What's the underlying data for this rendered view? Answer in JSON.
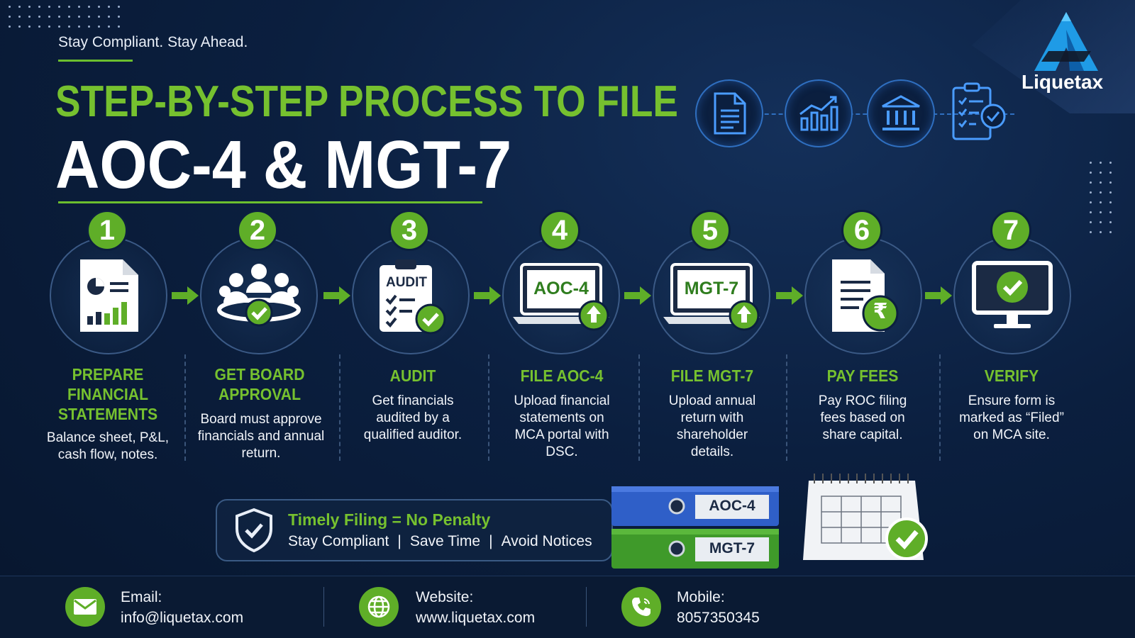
{
  "header": {
    "tagline": "Stay Compliant. Stay Ahead.",
    "title_line1": "STEP-BY-STEP PROCESS TO FILE",
    "title_line2": "AOC-4 & MGT-7"
  },
  "brand": {
    "name": "Liquetax"
  },
  "top_icons": [
    "document-icon",
    "bar-chart-icon",
    "bank-icon",
    "checklist-icon"
  ],
  "steps": [
    {
      "number": "1",
      "title": "PREPARE FINANCIAL STATEMENTS",
      "desc": "Balance sheet, P&L, cash flow, notes.",
      "icon": "financial-report-icon"
    },
    {
      "number": "2",
      "title": "GET BOARD APPROVAL",
      "desc": "Board must approve financials and annual return.",
      "icon": "board-meeting-icon"
    },
    {
      "number": "3",
      "title": "AUDIT",
      "desc": "Get financials audited by a qualified auditor.",
      "icon": "audit-clipboard-icon",
      "icon_text": "AUDIT"
    },
    {
      "number": "4",
      "title": "FILE AOC-4",
      "desc": "Upload financial statements on MCA portal with DSC.",
      "icon": "laptop-upload-icon",
      "icon_text": "AOC-4"
    },
    {
      "number": "5",
      "title": "FILE MGT-7",
      "desc": "Upload annual return with shareholder details.",
      "icon": "laptop-upload-icon",
      "icon_text": "MGT-7"
    },
    {
      "number": "6",
      "title": "PAY FEES",
      "desc": "Pay ROC filing fees based on share capital.",
      "icon": "rupee-document-icon",
      "icon_text": "₹"
    },
    {
      "number": "7",
      "title": "VERIFY",
      "desc": "Ensure form is marked as “Filed” on MCA site.",
      "icon": "monitor-check-icon"
    }
  ],
  "banner": {
    "title": "Timely Filing = No Penalty",
    "items": [
      "Stay Compliant",
      "Save Time",
      "Avoid Notices"
    ]
  },
  "binders": [
    "AOC-4",
    "MGT-7"
  ],
  "footer": {
    "email_label": "Email:",
    "email": "info@liquetax.com",
    "website_label": "Website:",
    "website": "www.liquetax.com",
    "mobile_label": "Mobile:",
    "mobile": "8057350345"
  },
  "colors": {
    "accent_green": "#76c12f",
    "badge_green": "#5fae28",
    "background": "#0b1f3f",
    "ring_blue": "#2f6fc0"
  }
}
